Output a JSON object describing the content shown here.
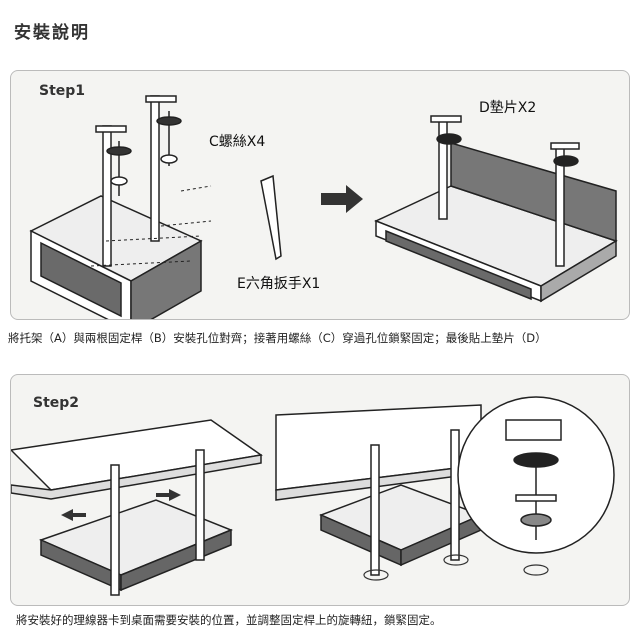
{
  "title": "安裝說明",
  "step1": {
    "label": "Step1",
    "screw": "C螺絲X4",
    "wrench": "E六角扳手X1",
    "pad": "D墊片X2",
    "caption": "將托架（A）與兩根固定桿（B）安裝孔位對齊；接著用螺絲（C）穿過孔位鎖緊固定；最後貼上墊片（D）"
  },
  "step2": {
    "label": "Step2",
    "caption": "將安裝好的理線器卡到桌面需要安裝的位置，並調整固定桿上的旋轉紐，鎖緊固定。"
  },
  "colors": {
    "panel": "#f4f4f2",
    "line": "#222222",
    "mesh": "#6a6a6a"
  }
}
